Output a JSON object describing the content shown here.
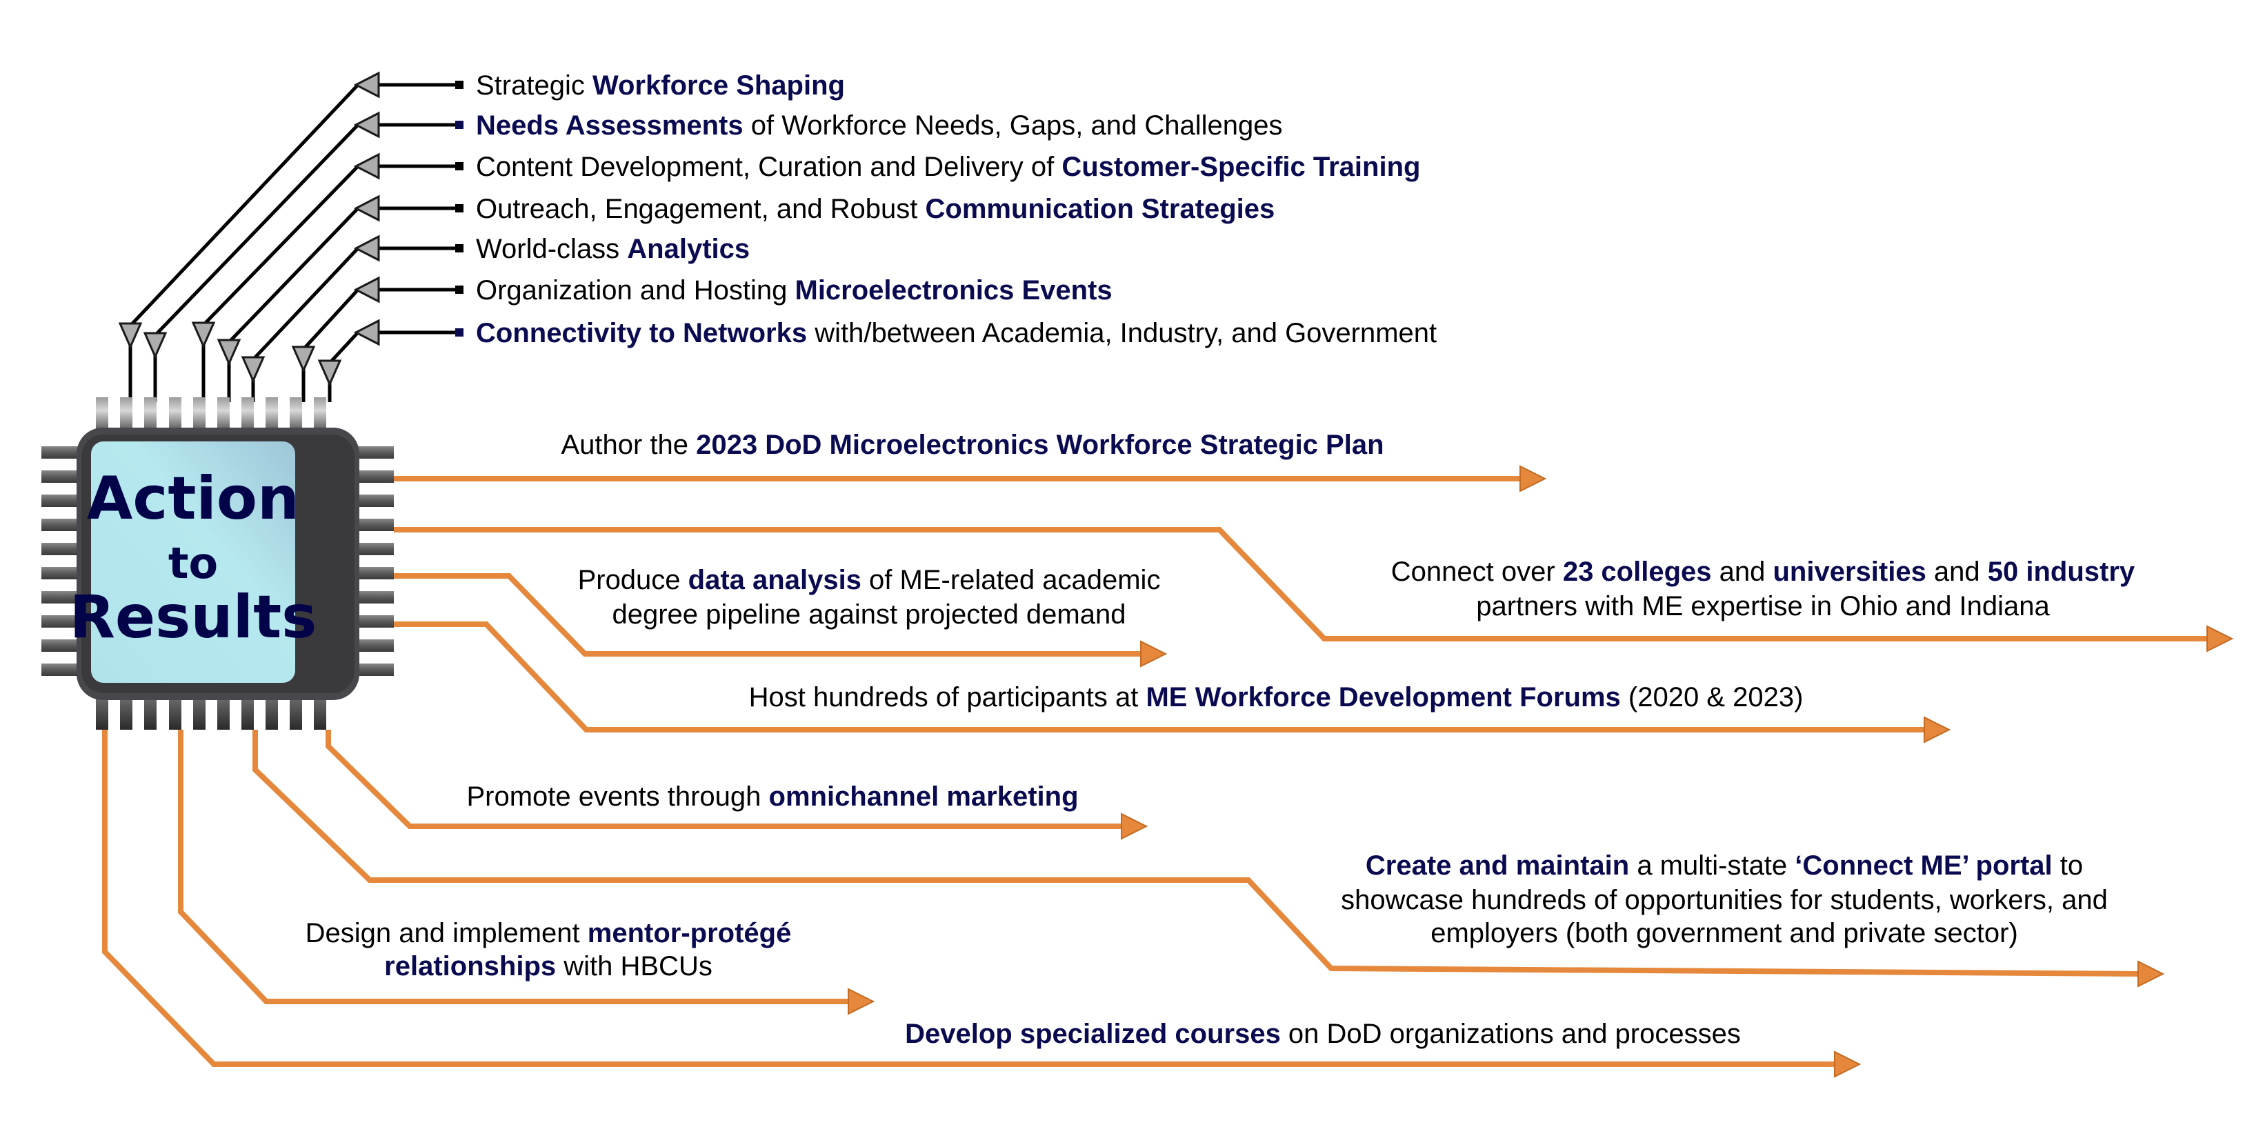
{
  "colors": {
    "accent_text": "#0a0a50",
    "connector_orange": "#e5883c",
    "antenna_gray": "#b0b0b0",
    "chip_body": "#4a4a4e",
    "chip_face": "#b4e2ea"
  },
  "chip": {
    "line1": "Action",
    "line2": "to",
    "line3": "Results"
  },
  "capabilities": [
    {
      "parts": [
        {
          "t": "Strategic ",
          "em": false
        },
        {
          "t": "Workforce Shaping",
          "em": true
        }
      ]
    },
    {
      "parts": [
        {
          "t": "Needs Assessments",
          "em": true
        },
        {
          "t": " of Workforce Needs, Gaps, and Challenges",
          "em": false
        }
      ]
    },
    {
      "parts": [
        {
          "t": "Content Development, Curation and Delivery of ",
          "em": false
        },
        {
          "t": "Customer-Specific Training",
          "em": true
        }
      ]
    },
    {
      "parts": [
        {
          "t": "Outreach, Engagement, and Robust ",
          "em": false
        },
        {
          "t": "Communication Strategies",
          "em": true
        }
      ]
    },
    {
      "parts": [
        {
          "t": "World-class ",
          "em": false
        },
        {
          "t": "Analytics",
          "em": true
        }
      ]
    },
    {
      "parts": [
        {
          "t": "Organization and Hosting ",
          "em": false
        },
        {
          "t": "Microelectronics Events",
          "em": true
        }
      ]
    },
    {
      "parts": [
        {
          "t": "Connectivity to Networks",
          "em": true
        },
        {
          "t": " with/between Academia, Industry, and Government",
          "em": false
        }
      ]
    }
  ],
  "results": [
    {
      "lines": [
        [
          {
            "t": "Author the ",
            "em": false
          },
          {
            "t": "2023 DoD Microelectronics Workforce Strategic Plan",
            "em": true
          }
        ]
      ]
    },
    {
      "lines": [
        [
          {
            "t": "Connect over ",
            "em": false
          },
          {
            "t": "23 colleges",
            "em": true
          },
          {
            "t": " and ",
            "em": false
          },
          {
            "t": "universities",
            "em": true
          },
          {
            "t": " and ",
            "em": false
          },
          {
            "t": "50 industry",
            "em": true
          }
        ],
        [
          {
            "t": "partners with ME expertise in Ohio and Indiana",
            "em": false
          }
        ]
      ]
    },
    {
      "lines": [
        [
          {
            "t": "Produce ",
            "em": false
          },
          {
            "t": "data analysis",
            "em": true
          },
          {
            "t": " of ME-related academic",
            "em": false
          }
        ],
        [
          {
            "t": "degree pipeline against projected demand",
            "em": false
          }
        ]
      ]
    },
    {
      "lines": [
        [
          {
            "t": "Host hundreds of participants at ",
            "em": false
          },
          {
            "t": "ME Workforce Development Forums",
            "em": true
          },
          {
            "t": " (2020 & 2023)",
            "em": false
          }
        ]
      ]
    },
    {
      "lines": [
        [
          {
            "t": "Promote events through ",
            "em": false
          },
          {
            "t": "omnichannel marketing",
            "em": true
          }
        ]
      ]
    },
    {
      "lines": [
        [
          {
            "t": "Create and maintain",
            "em": true
          },
          {
            "t": " a multi-state ",
            "em": false
          },
          {
            "t": "‘Connect ME’ portal",
            "em": true
          },
          {
            "t": " to",
            "em": false
          }
        ],
        [
          {
            "t": "showcase hundreds of opportunities for students, workers, and",
            "em": false
          }
        ],
        [
          {
            "t": "employers (both government and private sector)",
            "em": false
          }
        ]
      ]
    },
    {
      "lines": [
        [
          {
            "t": "Design and implement ",
            "em": false
          },
          {
            "t": "mentor-protégé",
            "em": true
          }
        ],
        [
          {
            "t": "relationships",
            "em": true
          },
          {
            "t": " with HBCUs",
            "em": false
          }
        ]
      ]
    },
    {
      "lines": [
        [
          {
            "t": "Develop specialized courses",
            "em": true
          },
          {
            "t": " on DoD organizations and processes",
            "em": false
          }
        ]
      ]
    }
  ]
}
